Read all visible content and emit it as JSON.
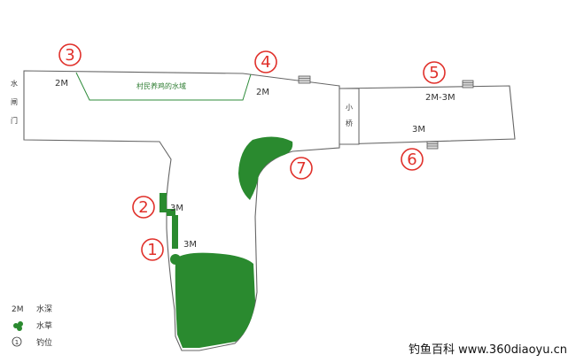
{
  "spots": [
    {
      "number": "1",
      "name": "spot-1"
    },
    {
      "number": "2",
      "name": "spot-2"
    },
    {
      "number": "3",
      "name": "spot-3"
    },
    {
      "number": "4",
      "name": "spot-4"
    },
    {
      "number": "5",
      "name": "spot-5"
    },
    {
      "number": "6",
      "name": "spot-6"
    },
    {
      "number": "7",
      "name": "spot-7"
    }
  ],
  "depths": {
    "left": "2M",
    "center": "2M",
    "right_top": "2M-3M",
    "right_bottom": "3M",
    "stem_upper": "3M",
    "stem_lower": "3M"
  },
  "labels": {
    "pond": "村民养鸡的水域",
    "gate_chars": [
      "水",
      "闸",
      "门"
    ],
    "bridge_chars": [
      "小",
      "桥"
    ]
  },
  "legend": {
    "depth_sample": "2M",
    "depth_label": "水深",
    "weed_label": "水草",
    "spot_sample": "1",
    "spot_label": "钓位"
  },
  "footer": "钓鱼百科 www.360diaoyu.cn",
  "colors": {
    "marker": "#e0302a",
    "weed": "#2a8a2f",
    "outline": "#666666"
  }
}
